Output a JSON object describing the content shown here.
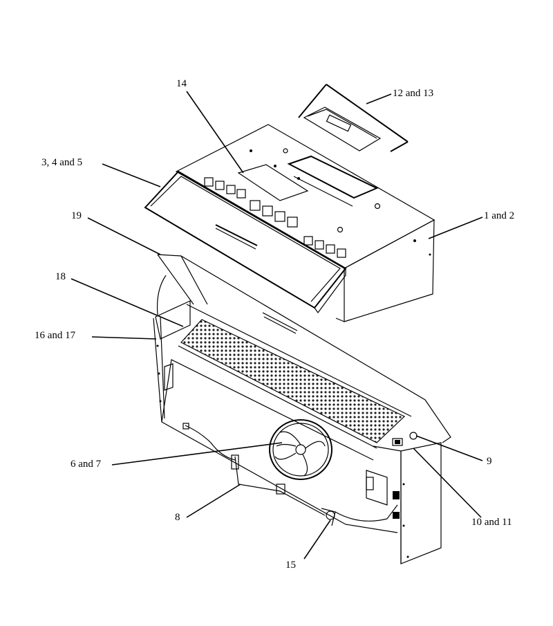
{
  "labels": {
    "l14": "14",
    "l12_13": "12 and 13",
    "l3_4_5": "3, 4 and 5",
    "l1_2": "1 and 2",
    "l19": "19",
    "l18": "18",
    "l16_17": "16 and 17",
    "l6_7": "6 and 7",
    "l8": "8",
    "l15": "15",
    "l9": "9",
    "l10_11": "10 and 11"
  }
}
